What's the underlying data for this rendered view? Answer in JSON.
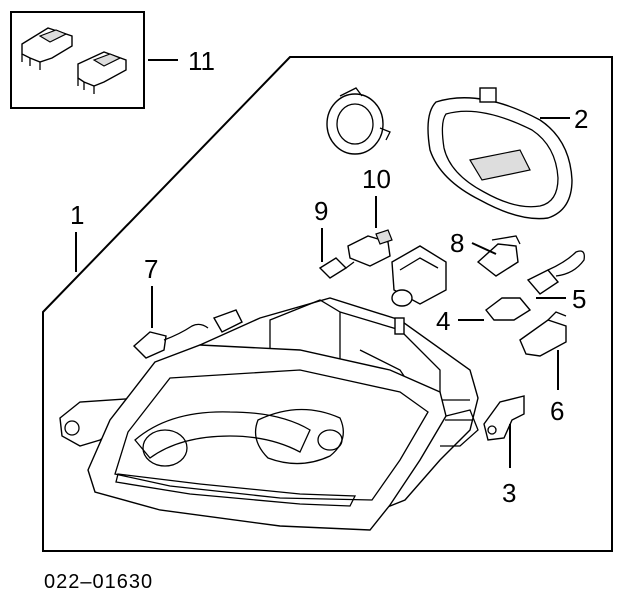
{
  "diagram": {
    "callouts": [
      "1",
      "2",
      "3",
      "4",
      "5",
      "6",
      "7",
      "8",
      "9",
      "10",
      "11"
    ],
    "reference_number": "022–01630"
  }
}
